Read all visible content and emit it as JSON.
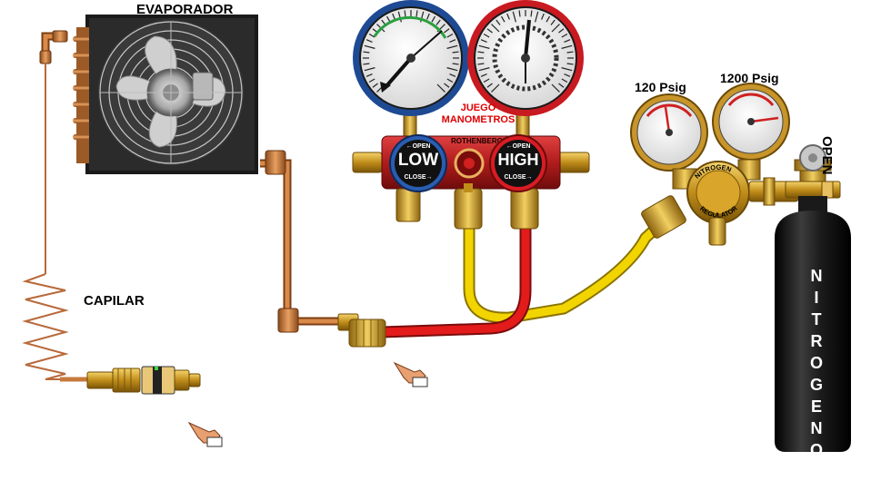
{
  "labels": {
    "evaporador": "EVAPORADOR",
    "capilar": "CAPILAR",
    "juego": "JUEGO",
    "manometros": "MANOMETROS",
    "psig_low": "120 Psig",
    "psig_high": "1200 Psig",
    "open": "OPEN",
    "brand": "ROTHENBERGER",
    "regulator_top": "NITROGEN",
    "regulator_bottom": "REGULATOR"
  },
  "valves": {
    "low": {
      "label": "LOW",
      "open": "OPEN",
      "close": "CLOSE"
    },
    "high": {
      "label": "HIGH",
      "open": "OPEN",
      "close": "CLOSE"
    }
  },
  "cylinder_letters": [
    "N",
    "I",
    "T",
    "R",
    "O",
    "G",
    "E",
    "N",
    "O"
  ],
  "colors": {
    "low_gauge": "#2a5db0",
    "high_gauge": "#d81c24",
    "manifold": "#c8282a",
    "yellow_hose": "#f2d400",
    "red_hose": "#e31b1b",
    "copper": "#c87a3c",
    "brass": "#d9a52a",
    "cylinder": "#141414"
  }
}
